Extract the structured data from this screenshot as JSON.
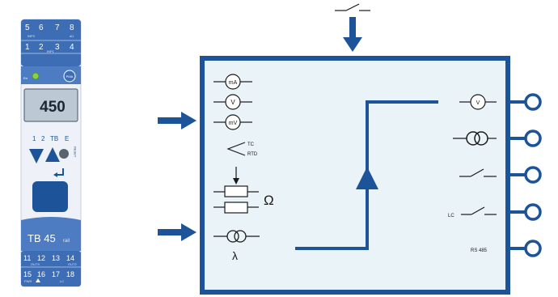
{
  "device": {
    "terminals_top_row1": [
      "5",
      "6",
      "7",
      "8"
    ],
    "terminals_top_row1_sub": [
      "INP3",
      "di1"
    ],
    "terminals_top_row2": [
      "1",
      "2",
      "3",
      "4"
    ],
    "terminals_top_row2_sub": "INP1",
    "led_label": "Err",
    "brand_badge": "PMA",
    "display_value": "450",
    "key_labels": [
      "1",
      "2",
      "TB",
      "E"
    ],
    "side_label": "RESET",
    "model": "TB 45",
    "model_suffix": "rail",
    "terminals_bottom_row1": [
      "11",
      "12",
      "13",
      "14"
    ],
    "terminals_bottom_row1_sub": [
      "OUT3",
      "OUT2"
    ],
    "terminals_bottom_row2": [
      "15",
      "16",
      "17",
      "18"
    ],
    "terminals_bottom_row2_sub": [
      "PWR",
      "LC"
    ]
  },
  "inputs": {
    "ma": "mA",
    "v": "V",
    "mv": "mV",
    "tc": "TC",
    "rtd": "RTD",
    "omega": "Ω",
    "lambda": "λ"
  },
  "outputs": {
    "v": "V",
    "lc": "LC",
    "rs485": "RS 485"
  },
  "colors": {
    "blue": "#1d5499",
    "panel_fill": "#eaf3f8",
    "device_blue": "#3d6db5",
    "device_light": "#dfe7f4"
  }
}
